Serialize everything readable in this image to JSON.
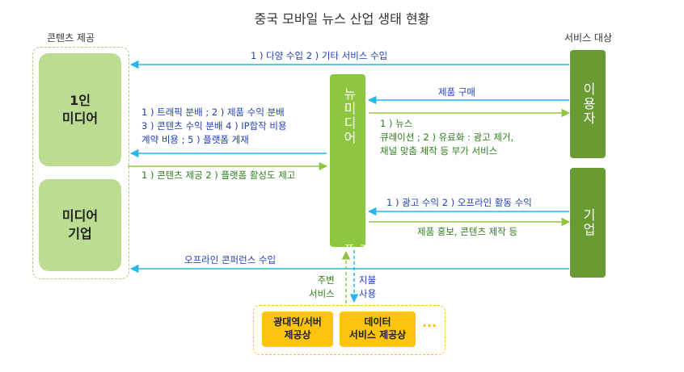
{
  "title": "중국 모바일 뉴스 산업 생태 현황",
  "labels": {
    "content_providers": "콘텐츠 제공",
    "service_targets": "서비스 대상"
  },
  "nodes": {
    "one_person_media": "1인\n미디어",
    "media_company": "미디어\n기업",
    "platform_top": "뉴미디어",
    "platform_bottom": "플랫폼",
    "users": "이용자",
    "business": "기업",
    "regional_server": "광대역/서버\n제공상",
    "data_service": "데이터\n서비스 제공상",
    "ellipsis": "···"
  },
  "arrows": {
    "top_revenue": "1 ) 다양 수입 2 ) 기타 서비스 수입",
    "product_purchase": "제품 구매",
    "platform_to_creator": "1 ) 트래픽 분배 ; 2 ) 제품 수익 분배\n3 ) 콘텐츠 수익 분배 4 ) IP합작 비용\n계약 비용 ; 5 ) 플랫폼 게재",
    "creator_to_platform": "1 ) 콘텐츠 제공 2 ) 플랫폼 활성도 제고",
    "platform_to_users": "1 ) 뉴스\n큐레이션 ; 2 ) 유료화 : 광고 제거,\n채널 맞춤 제작 등 부가 서비스",
    "ad_revenue": "1 ) 광고 수익 2 ) 오프라인 활동 수익",
    "product_promo": "제품 홍보, 콘텐츠 제작 등",
    "offline_conference": "오프라인 콘퍼런스 수입",
    "peripheral_service": "주변\n서비스",
    "payment_use": "지불\n사용"
  },
  "colors": {
    "blue_arrow": "#29b6e8",
    "green_arrow": "#8dc63f",
    "dark_green": "#6a9a32",
    "light_green": "#bcdc91",
    "yellow": "#fcc30f"
  }
}
